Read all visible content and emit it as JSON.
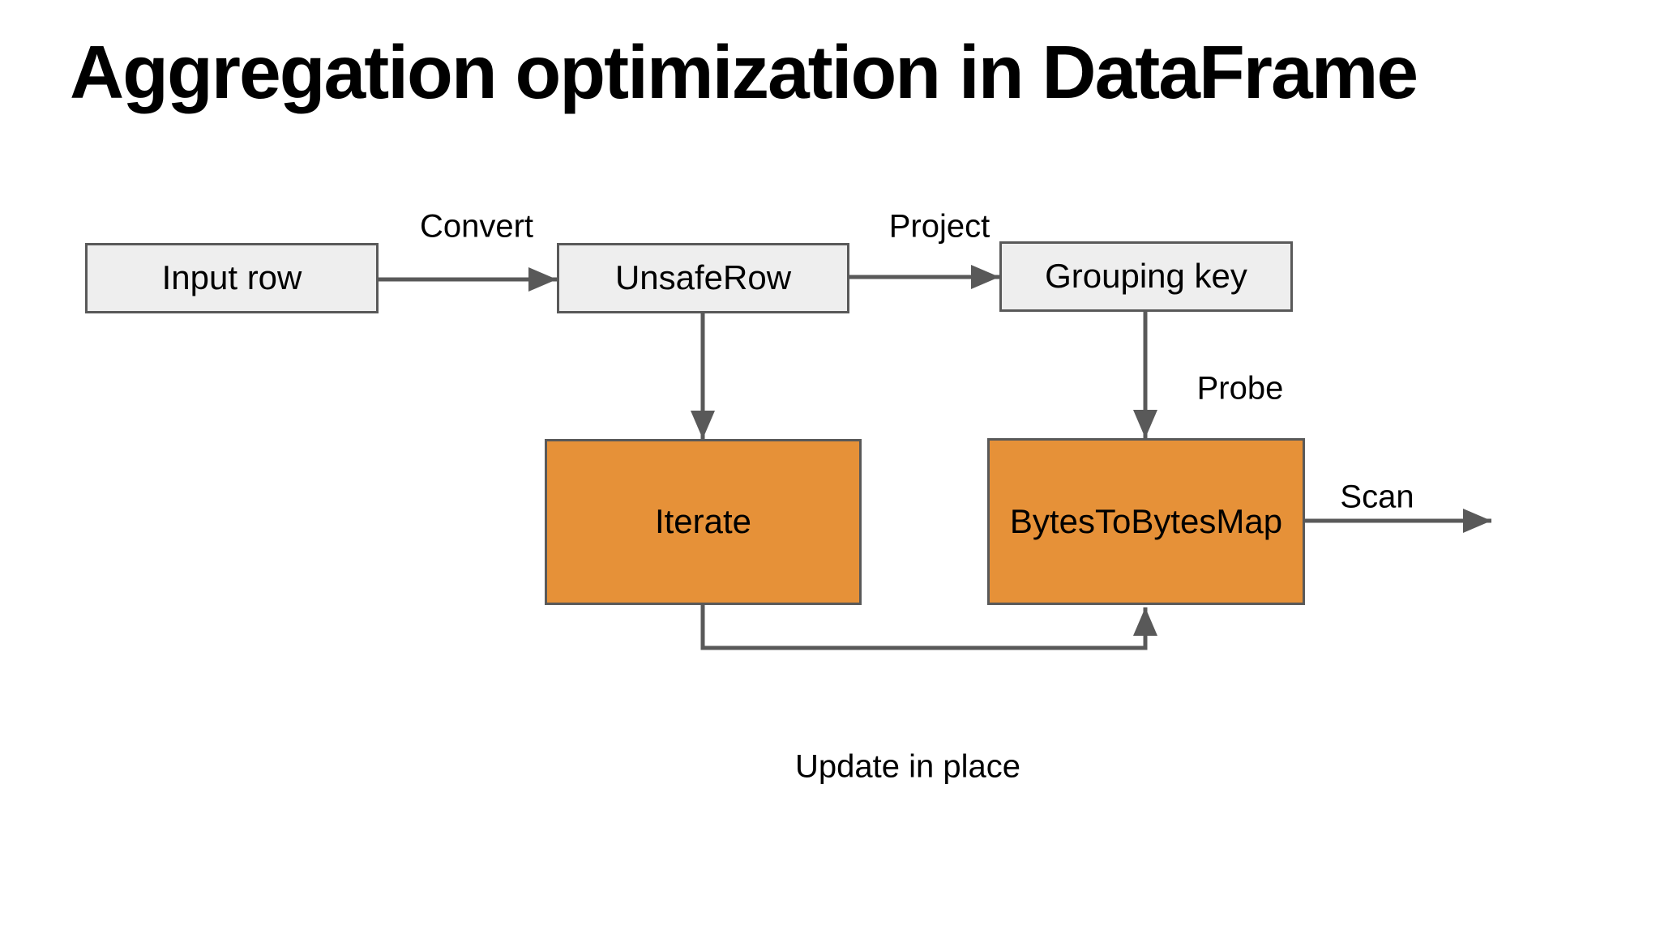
{
  "title": "Aggregation optimization in DataFrame",
  "nodes": {
    "input_row": {
      "label": "Input row",
      "fill": "#eeeeee"
    },
    "unsafe_row": {
      "label": "UnsafeRow",
      "fill": "#eeeeee"
    },
    "grouping_key": {
      "label": "Grouping key",
      "fill": "#eeeeee"
    },
    "iterate": {
      "label": "Iterate",
      "fill": "#e69138"
    },
    "bytes_map": {
      "label": "BytesToBytesMap",
      "fill": "#e69138"
    }
  },
  "edges": {
    "convert": {
      "label": "Convert",
      "from": "Input row",
      "to": "UnsafeRow"
    },
    "project": {
      "label": "Project",
      "from": "UnsafeRow",
      "to": "Grouping key"
    },
    "iterate_feed": {
      "label": "",
      "from": "UnsafeRow",
      "to": "Iterate"
    },
    "probe": {
      "label": "Probe",
      "from": "Grouping key",
      "to": "BytesToBytesMap"
    },
    "scan": {
      "label": "Scan",
      "from": "BytesToBytesMap",
      "to": "out"
    },
    "update_in_place": {
      "label": "Update in place",
      "from": "Iterate",
      "to": "BytesToBytesMap"
    }
  },
  "colors": {
    "background": "#ffffff",
    "text": "#000000",
    "arrow": "#595959",
    "box_border": "#595959",
    "gray_fill": "#eeeeee",
    "orange_fill": "#e69138"
  }
}
